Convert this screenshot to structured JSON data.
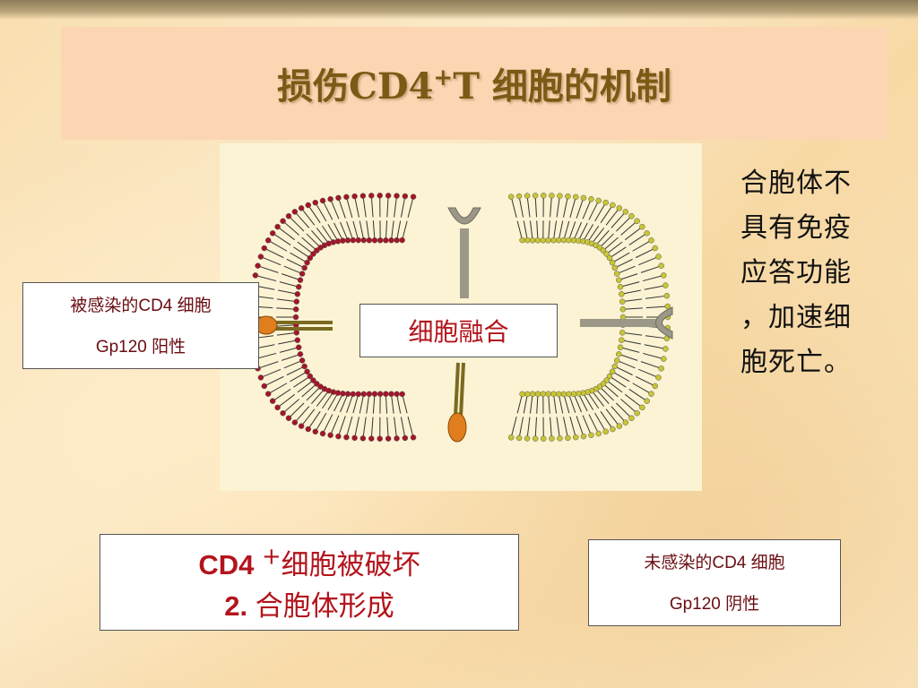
{
  "title": {
    "prefix": "损伤CD4",
    "superscript": "+",
    "suffix": " T 细胞的机制"
  },
  "diagram": {
    "center_label": "细胞融合",
    "infected_label": {
      "line1": "被感染的CD4 细胞",
      "line2": "Gp120 阳性"
    },
    "uninfected_label": {
      "line1": "未感染的CD4 细胞",
      "line2": "Gp120 阴性"
    },
    "colors": {
      "infected_cell": "#a3162a",
      "uninfected_cell": "#c9c534",
      "gp120": "#e07e1e",
      "cd4_receptor": "#9c9888"
    }
  },
  "summary": {
    "line1_main": "CD4 ",
    "line1_sup": "+",
    "line1_rest": "细胞被破坏",
    "line2_num": "2. ",
    "line2_rest": "合胞体形成"
  },
  "side_note": {
    "lines": [
      "合胞体不",
      "具有免疫",
      "应答功能",
      "，加速细",
      "胞死亡。"
    ]
  }
}
